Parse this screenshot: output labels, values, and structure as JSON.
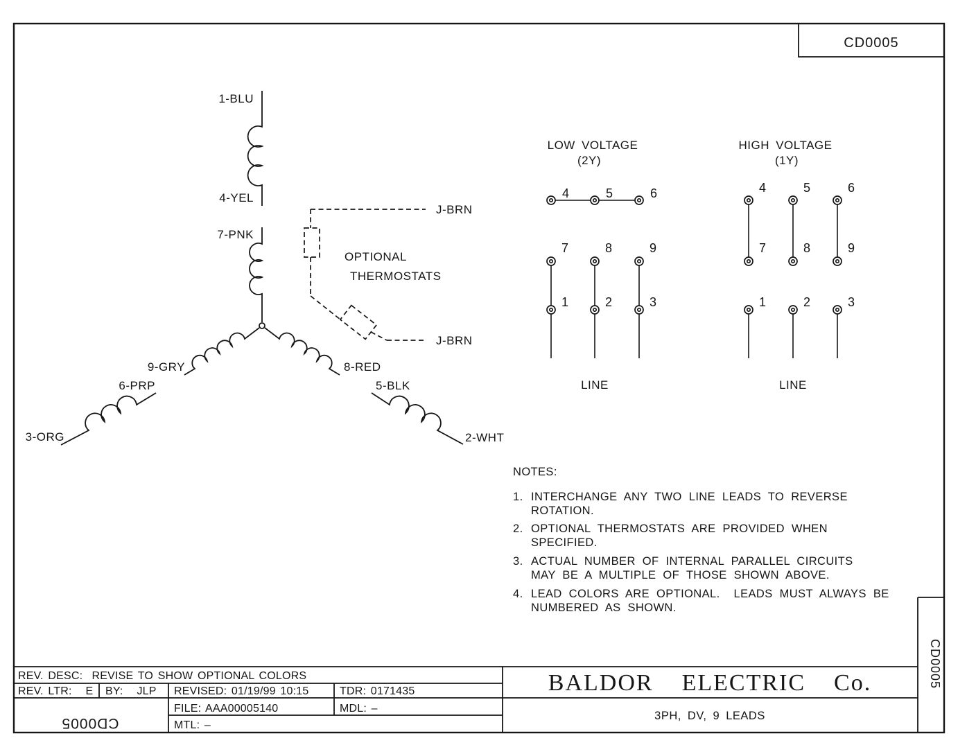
{
  "drawing": {
    "number_top_right": "CD0005",
    "number_side": "CD0005",
    "number_bottom_flipped": "CD0005"
  },
  "schematic": {
    "lead_1": "1-BLU",
    "lead_4": "4-YEL",
    "lead_7": "7-PNK",
    "lead_9": "9-GRY",
    "lead_6": "6-PRP",
    "lead_3": "3-ORG",
    "lead_8": "8-RED",
    "lead_5": "5-BLK",
    "lead_2": "2-WHT",
    "thermostat_lead_top": "J-BRN",
    "thermostat_lead_bottom": "J-BRN",
    "thermostat_caption_line1": "OPTIONAL",
    "thermostat_caption_line2": "THERMOSTATS"
  },
  "low_voltage": {
    "title": "LOW VOLTAGE",
    "subtitle": "(2Y)",
    "terminals": [
      "4",
      "5",
      "6",
      "7",
      "8",
      "9",
      "1",
      "2",
      "3"
    ],
    "line_label": "LINE"
  },
  "high_voltage": {
    "title": "HIGH VOLTAGE",
    "subtitle": "(1Y)",
    "terminals": [
      "4",
      "5",
      "6",
      "7",
      "8",
      "9",
      "1",
      "2",
      "3"
    ],
    "line_label": "LINE"
  },
  "notes": {
    "heading": "NOTES:",
    "items": [
      {
        "num": "1.",
        "line1": "INTERCHANGE ANY TWO LINE LEADS TO REVERSE",
        "line2": "ROTATION."
      },
      {
        "num": "2.",
        "line1": "OPTIONAL THERMOSTATS ARE PROVIDED WHEN",
        "line2": "SPECIFIED."
      },
      {
        "num": "3.",
        "line1": "ACTUAL NUMBER OF INTERNAL PARALLEL CIRCUITS",
        "line2": "MAY BE A MULTIPLE OF THOSE SHOWN ABOVE."
      },
      {
        "num": "4.",
        "line1": "LEAD COLORS ARE OPTIONAL.  LEADS MUST ALWAYS BE",
        "line2": "NUMBERED AS SHOWN."
      }
    ]
  },
  "title_block": {
    "rev_desc": "REV. DESC:  REVISE TO SHOW OPTIONAL COLORS",
    "rev_ltr": "REV. LTR:   E",
    "by": "BY:   JLP",
    "revised": "REVISED: 01/19/99 10:15",
    "tdr": "TDR: 0171435",
    "file": "FILE: AAA00005140",
    "mdl": "MDL: –",
    "mtl": "MTL: –",
    "company": "BALDOR  ELECTRIC  Co.",
    "description": "3PH, DV, 9 LEADS"
  }
}
